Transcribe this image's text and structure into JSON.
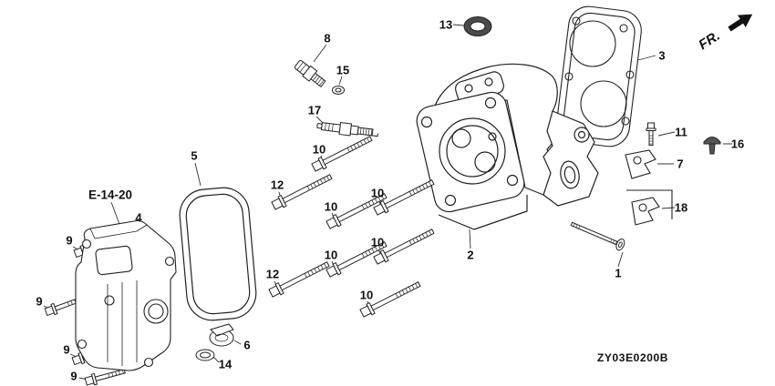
{
  "diagram": {
    "code": "ZY03E0200B",
    "front_marker": "FR.",
    "reference": "E-14-20"
  },
  "labels": {
    "1": "1",
    "2": "2",
    "3": "3",
    "4": "4",
    "5": "5",
    "6": "6",
    "7": "7",
    "8": "8",
    "9": "9",
    "10": "10",
    "11": "11",
    "12": "12",
    "13": "13",
    "14": "14",
    "15": "15",
    "16": "16",
    "17": "17",
    "18": "18"
  }
}
